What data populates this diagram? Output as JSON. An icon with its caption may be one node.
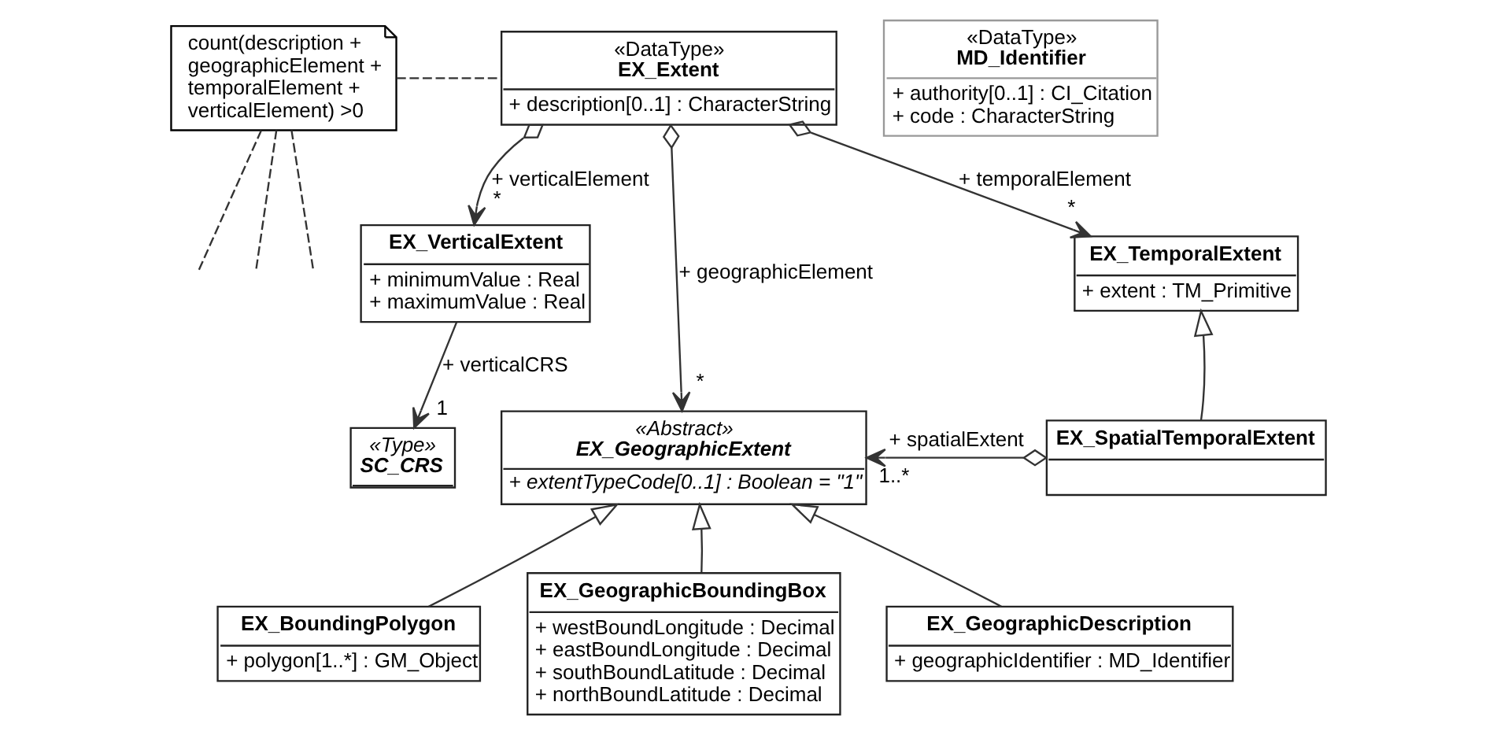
{
  "diagram": {
    "nodes": [
      {
        "text": [
          "count(description + geographicElement + temporalElement + verticalElement) >0"
        ]
      },
      {
        "text": [
          "«DataType»",
          "EX_Extent",
          "+ description[0..1] : CharacterString"
        ]
      },
      {
        "text": [
          "«DataType»",
          "MD_Identifier",
          "+ authority[0..1] : CI_Citation",
          "+ code : CharacterString"
        ]
      },
      {
        "text": [
          "EX_VerticalExtent",
          "+ minimumValue : Real",
          "+ maximumValue : Real"
        ]
      },
      {
        "text": [
          "«Abstract»",
          "EX_GeographicExtent",
          "+ extentTypeCode[0..1] : Boolean = \"1\""
        ]
      },
      {
        "text": [
          "EX_TemporalExtent",
          "+ extent : TM_Primitive"
        ]
      },
      {
        "text": [
          "EX_SpatialTemporalExtent"
        ]
      },
      {
        "text": [
          "«Type»",
          "SC_CRS"
        ]
      },
      {
        "text": [
          "EX_BoundingPolygon",
          "+ polygon[1..*] : GM_Object"
        ]
      },
      {
        "text": [
          "EX_GeographicBoundingBox",
          "+ westBoundLongitude : Decimal",
          "+ eastBoundLongitude : Decimal",
          "+ southBoundLatitude : Decimal",
          "+ northBoundLatitude : Decimal"
        ]
      },
      {
        "text": [
          "EX_GeographicDescription",
          "+ geographicIdentifier : MD_Identifier"
        ]
      }
    ],
    "edges": [
      {
        "from": 1,
        "to": 3,
        "arrow": "to",
        "label": "+ verticalElement"
      },
      {
        "from": 1,
        "to": 4,
        "arrow": "to",
        "label": "+ geographicElement"
      },
      {
        "from": 1,
        "to": 5,
        "arrow": "to",
        "label": "+ temporalElement"
      },
      {
        "from": 3,
        "to": 7,
        "arrow": "to",
        "label": "+ verticalCRS"
      },
      {
        "from": 6,
        "to": 4,
        "arrow": "to",
        "label": "+ spatialExtent"
      },
      {
        "from": 6,
        "to": 5,
        "arrow": "to"
      },
      {
        "from": 8,
        "to": 4,
        "arrow": "to"
      },
      {
        "from": 9,
        "to": 4,
        "arrow": "to"
      },
      {
        "from": 10,
        "to": 4,
        "arrow": "to"
      },
      {
        "from": 0,
        "to": 1,
        "arrow": "none",
        "style": "dashed"
      },
      {
        "from": 0,
        "to": null,
        "arrow": "none",
        "style": "dashed"
      },
      {
        "from": 0,
        "to": null,
        "arrow": "none",
        "style": "dashed"
      },
      {
        "from": 0,
        "to": null,
        "arrow": "none",
        "style": "dashed"
      }
    ],
    "labels": [
      "*",
      "*",
      "*",
      "1",
      "1..*"
    ]
  }
}
